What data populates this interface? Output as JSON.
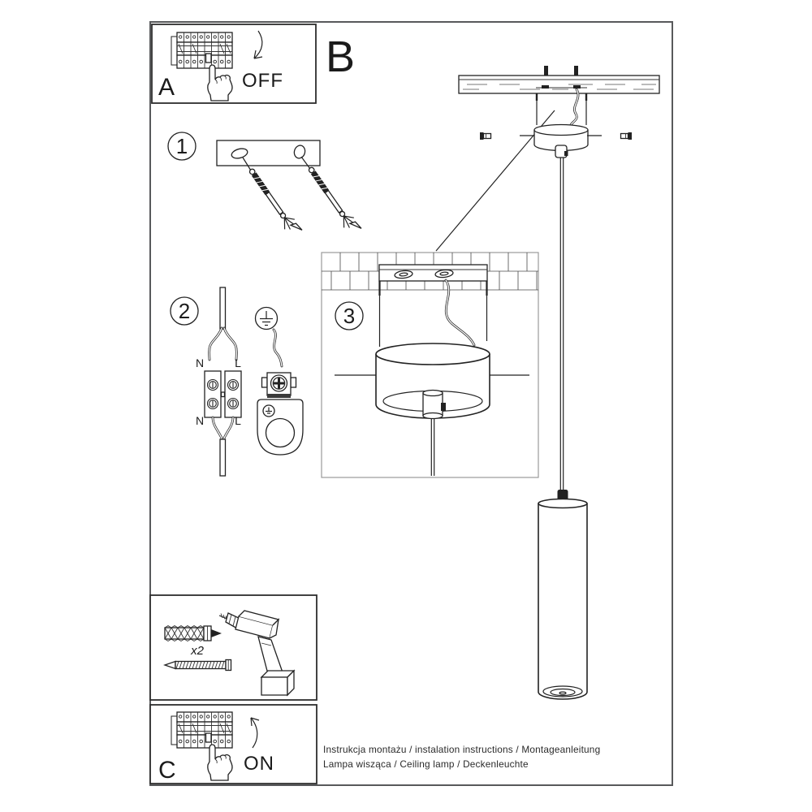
{
  "sections": {
    "box_a": {
      "label": "A",
      "action": "OFF"
    },
    "box_c": {
      "label": "C",
      "action": "ON"
    },
    "section_b": {
      "label": "B"
    },
    "step1": {
      "number": "1"
    },
    "step2": {
      "number": "2",
      "wire_labels": {
        "n_top": "N",
        "l_top": "L",
        "n_bottom": "N",
        "l_bottom": "L"
      }
    },
    "step3": {
      "number": "3"
    },
    "hardware": {
      "quantity": "x2"
    }
  },
  "footer": {
    "line1": "Instrukcja montażu / instalation instructions / Montageanleitung",
    "line2": "Lampa wisząca / Ceiling lamp  / Deckenleuchte"
  },
  "colors": {
    "line": "#222222",
    "frame": "#58595b",
    "background": "#ffffff"
  },
  "icons": {
    "breaker_panel": "row of circuit breakers in fuse box",
    "pressing_hand": "hand pressing breaker switch",
    "arrow_down": "curved arrow switching OFF",
    "arrow_up": "curved arrow switching ON",
    "ceiling_beam": "wooden ceiling plank with bolts",
    "canopy": "ceiling canopy cup of pendant lamp",
    "pendant_tube": "hanging cylindrical lamp shade",
    "mounting_bracket": "mounting strap with oval holes",
    "wall_anchor_screw": "expansion anchor with screw",
    "terminal_block": "two-pole screw terminal N/L",
    "ground_symbol": "earth/ground symbol in circle",
    "ground_clamp": "grounding clamp with screw",
    "drill": "cordless drill",
    "screw": "mounting screw",
    "wall_plug": "wall plug anchor"
  }
}
